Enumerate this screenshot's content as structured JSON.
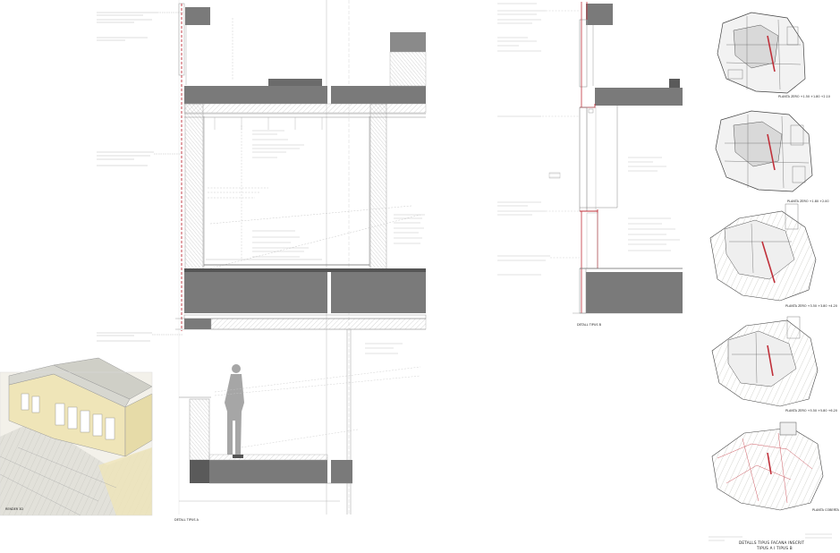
{
  "sheet": {
    "captions": {
      "render": "RENDER 3D",
      "detail_a": "DETALL TIPUS A",
      "detail_b": "DETALL TIPUS B"
    },
    "plan_captions": [
      "PLANTA ZERO +1.50 +1.80 +2.10",
      "PLANTA ZERO +1.80 +2.00",
      "PLANTA ZERO +3.50 +3.80 +4.20",
      "PLANTA ZERO +5.50 +5.80 +6.20",
      "PLANTA COBERTA"
    ],
    "title": {
      "line1": "DETALLS TIPUS FACANA INSCRIT",
      "line2": "TIPUS A I TIPUS B"
    }
  },
  "colors": {
    "slab": "#7a7a7a",
    "slab_dark": "#5a5a5a",
    "accent": "#c0303a",
    "render_wall": "#efe5b8",
    "line": "#888888"
  }
}
